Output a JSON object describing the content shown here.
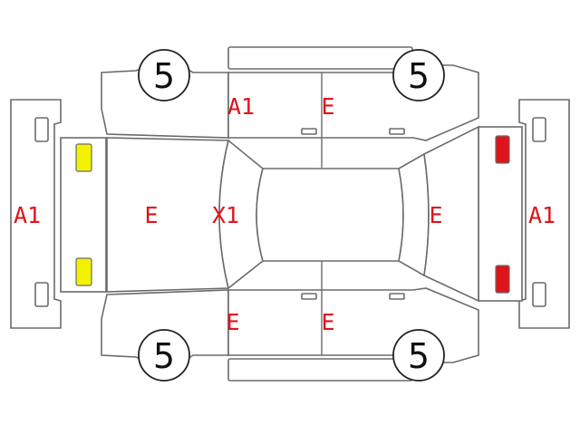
{
  "colors": {
    "amber_lamp": "#f2f200",
    "red_lamp": "#e0131a",
    "grade_text": "#e0131a"
  },
  "tires": {
    "front_left": "5",
    "front_right": "5",
    "rear_left": "5",
    "rear_right": "5"
  },
  "grades": {
    "front_bumper": "A1",
    "hood": "E",
    "windshield": "X1",
    "front_door_top": "A1",
    "rear_door_top": "E",
    "front_door_bottom": "E",
    "rear_door_bottom": "E",
    "trunk": "E",
    "rear_bumper": "A1"
  }
}
